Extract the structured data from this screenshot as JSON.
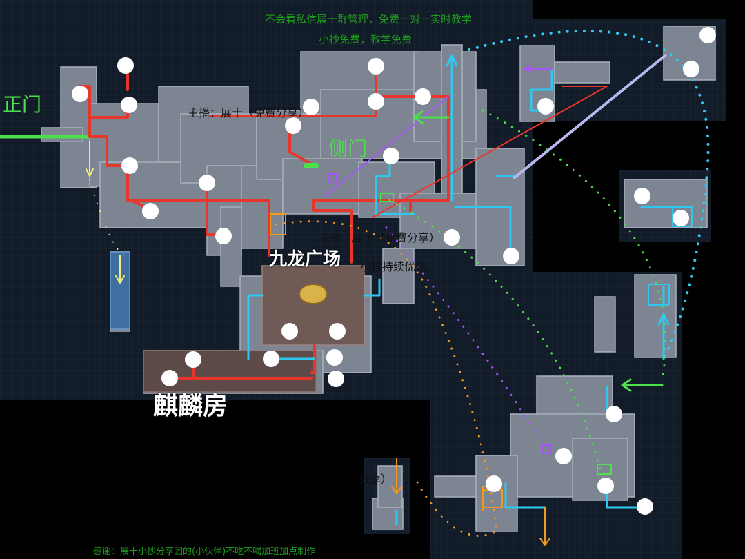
{
  "notes": {
    "top_line1": "不会看私信展十群管理，免费一对一实时教学",
    "top_line2": "小抄免费，教学免费",
    "streamer_1": "主播：展十（免费分享）",
    "streamer_2": "主播：展十（免费分享）",
    "streamer_3": "分享）",
    "optimize": "小抄持续优化",
    "credits": "感谢：展十小抄分享团的(小伙伴)不吃不喝加班加点制作"
  },
  "areas": {
    "main_gate": "正门",
    "side_gate": "侧门",
    "jiulong_plaza": "九龙广场",
    "qilin_room": "麒麟房"
  },
  "colors": {
    "route_main": "#e8372a",
    "route_cyan": "#2ec8f0",
    "route_green": "#4ce04c",
    "route_purple": "#a855f7",
    "route_yellow": "#f2f07a",
    "route_orange": "#f39a1e",
    "route_lavender": "#b8b8f0",
    "room": "#7d8593",
    "background": "#111a26"
  }
}
